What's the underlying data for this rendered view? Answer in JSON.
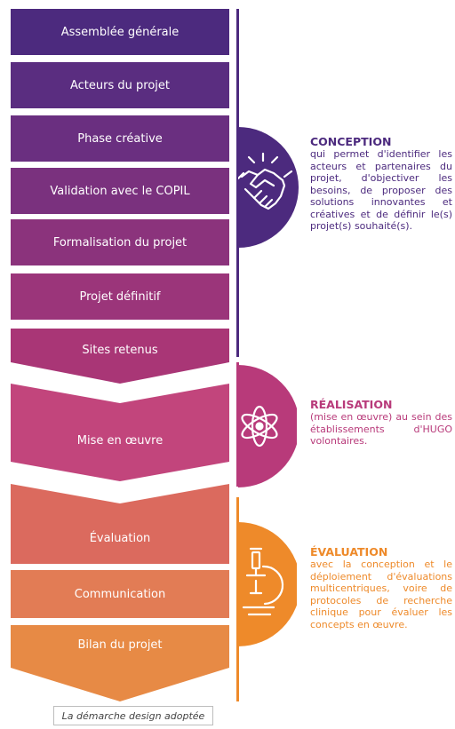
{
  "steps": [
    {
      "label": "Assemblée générale",
      "color": "#4c2a7e",
      "stage": "conception"
    },
    {
      "label": "Acteurs du projet",
      "color": "#5a2d80",
      "stage": "conception"
    },
    {
      "label": "Phase créative",
      "color": "#6a2f80",
      "stage": "conception"
    },
    {
      "label": "Validation avec le COPIL",
      "color": "#7a317e",
      "stage": "conception"
    },
    {
      "label": "Formalisation du projet",
      "color": "#8b337c",
      "stage": "conception"
    },
    {
      "label": "Projet définitif",
      "color": "#9b357a",
      "stage": "conception"
    },
    {
      "label": "Sites retenus",
      "color": "#a93676",
      "stage": "conception"
    },
    {
      "label": "Mise en œuvre",
      "color": "#c2457c",
      "stage": "realisation"
    },
    {
      "label": "Évaluation",
      "color": "#db6a5e",
      "stage": "evaluation"
    },
    {
      "label": "Communication",
      "color": "#e27c55",
      "stage": "evaluation"
    },
    {
      "label": "Bilan du projet",
      "color": "#e78a45",
      "stage": "evaluation"
    }
  ],
  "stages": {
    "conception": {
      "title": "CONCEPTION",
      "text": "qui permet d'identifier les acteurs et partenaires du projet, d'objectiver les besoins, de proposer des solutions innovantes et créatives et de définir le(s) projet(s) souhaité(s).",
      "color": "#4c2a7e",
      "icon": "handshake-icon"
    },
    "realisation": {
      "title": "RÉALISATION",
      "text": "(mise en œuvre) au sein des établissements d'HUGO volontaires.",
      "color": "#b83a7a",
      "icon": "atom-icon"
    },
    "evaluation": {
      "title": "ÉVALUATION",
      "text": "avec la conception et le déploiement d'évaluations multicentriques, voire de protocoles de recherche clinique pour évaluer les concepts en œuvre.",
      "color": "#ee8a2a",
      "icon": "microscope-icon"
    }
  },
  "caption": "La démarche design adoptée"
}
